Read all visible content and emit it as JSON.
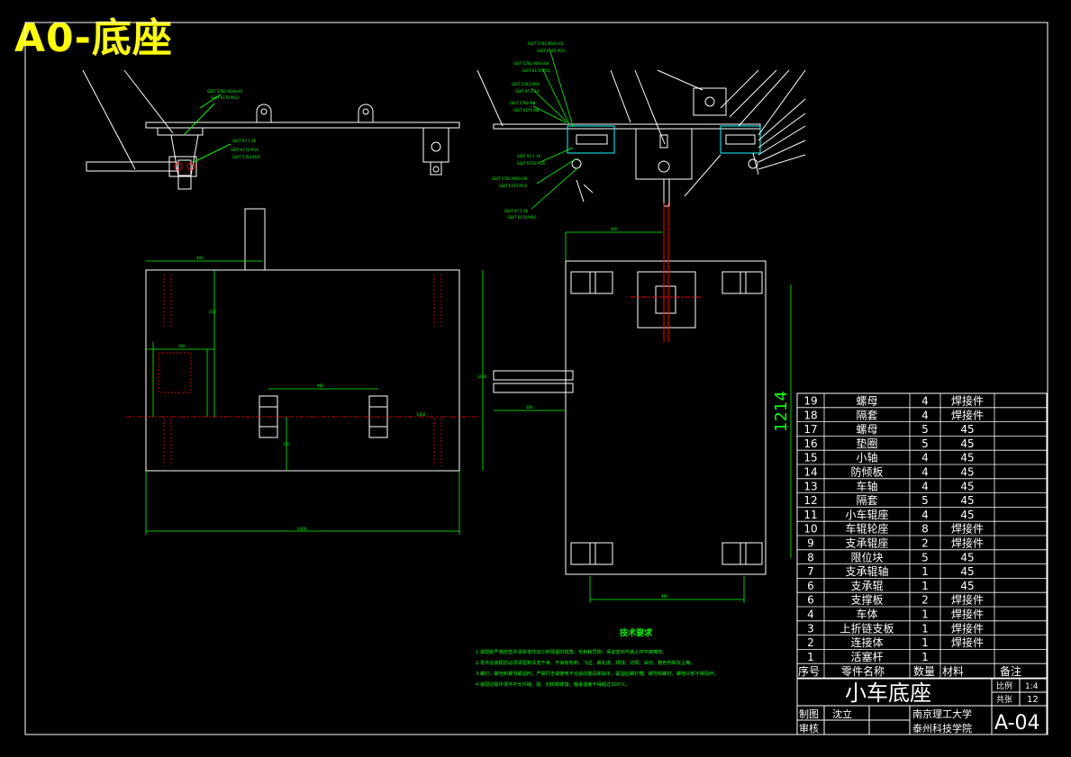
{
  "badge": "A0-底座",
  "dimension_main": "1214",
  "tech_title": "技术要求",
  "tech_lines": [
    "1.装配前严格检查并清除零件加工时残留的锐角、毛刺和异物，保证密封件装入时不被擦伤。",
    "2.零件在装配前必须清理和清洗干净，不得有毛刺、飞边、氧化皮、锈蚀、切屑、油污、着色剂和灰尘等。",
    "3.螺钉、螺栓和螺母紧固时，严禁打击或使用不合适的旋具和扳手，紧固后螺钉槽、螺母和螺钉、螺栓头部不得损坏。",
    "4.装配过程中零件不允许磕、碰、划伤和锈蚀，轴承温度不得超过100°C。"
  ],
  "bom_rows": [
    {
      "no": "19",
      "name": "螺母",
      "qty": "4",
      "mat": "焊接件",
      "note": ""
    },
    {
      "no": "18",
      "name": "隔套",
      "qty": "4",
      "mat": "焊接件",
      "note": ""
    },
    {
      "no": "17",
      "name": "螺母",
      "qty": "5",
      "mat": "45",
      "note": ""
    },
    {
      "no": "16",
      "name": "垫圈",
      "qty": "5",
      "mat": "45",
      "note": ""
    },
    {
      "no": "15",
      "name": "小轴",
      "qty": "4",
      "mat": "45",
      "note": ""
    },
    {
      "no": "14",
      "name": "防倾板",
      "qty": "4",
      "mat": "45",
      "note": ""
    },
    {
      "no": "13",
      "name": "车轴",
      "qty": "4",
      "mat": "45",
      "note": ""
    },
    {
      "no": "12",
      "name": "隔套",
      "qty": "5",
      "mat": "45",
      "note": ""
    },
    {
      "no": "11",
      "name": "小车辊座",
      "qty": "4",
      "mat": "45",
      "note": ""
    },
    {
      "no": "10",
      "name": "车辊轮座",
      "qty": "8",
      "mat": "焊接件",
      "note": ""
    },
    {
      "no": "9",
      "name": "支承辊座",
      "qty": "2",
      "mat": "焊接件",
      "note": ""
    },
    {
      "no": "8",
      "name": "限位块",
      "qty": "5",
      "mat": "45",
      "note": ""
    },
    {
      "no": "7",
      "name": "支承辊轴",
      "qty": "1",
      "mat": "45",
      "note": ""
    },
    {
      "no": "6",
      "name": "支承辊",
      "qty": "1",
      "mat": "45",
      "note": ""
    },
    {
      "no": "6",
      "name": "支撑板",
      "qty": "2",
      "mat": "焊接件",
      "note": ""
    },
    {
      "no": "4",
      "name": "车体",
      "qty": "1",
      "mat": "焊接件",
      "note": ""
    },
    {
      "no": "3",
      "name": "上折链支板",
      "qty": "1",
      "mat": "焊接件",
      "note": ""
    },
    {
      "no": "2",
      "name": "连接体",
      "qty": "1",
      "mat": "焊接件",
      "note": ""
    },
    {
      "no": "1",
      "name": "活塞杆",
      "qty": "1",
      "mat": "",
      "note": ""
    }
  ],
  "bom_header": {
    "no": "序号",
    "name": "零件名称",
    "qty": "数量",
    "mat": "材料",
    "note": "备注"
  },
  "title_block": {
    "drawing_name": "小车底座",
    "scale_label": "比例",
    "scale_value": "1:4",
    "sheets_label": "共张",
    "sheets_value": "12",
    "drawn_label": "制图",
    "drawn_by": "沈立",
    "check_label": "审核",
    "school_line1": "南京理工大学",
    "school_line2": "泰州科技学院",
    "drawing_no": "A-04"
  },
  "colors": {
    "frame": "#ffffff",
    "green": "#00ff00",
    "red": "#ff0000",
    "yellow": "#ffff00",
    "cyan": "#00ffff"
  }
}
